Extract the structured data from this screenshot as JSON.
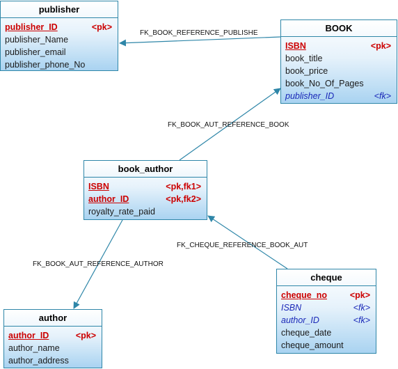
{
  "entities": {
    "publisher": {
      "name": "publisher",
      "attributes": [
        {
          "name": "publisher_ID",
          "key": "<pk>",
          "kind": "pk"
        },
        {
          "name": "publisher_Name",
          "key": "",
          "kind": "plain"
        },
        {
          "name": "publisher_email",
          "key": "",
          "kind": "plain"
        },
        {
          "name": "publisher_phone_No",
          "key": "",
          "kind": "plain"
        }
      ]
    },
    "book": {
      "name": "BOOK",
      "attributes": [
        {
          "name": "ISBN",
          "key": "<pk>",
          "kind": "pk"
        },
        {
          "name": "book_title",
          "key": "",
          "kind": "plain"
        },
        {
          "name": "book_price",
          "key": "",
          "kind": "plain"
        },
        {
          "name": "book_No_Of_Pages",
          "key": "",
          "kind": "plain"
        },
        {
          "name": "publisher_ID",
          "key": "<fk>",
          "kind": "fk"
        }
      ]
    },
    "book_author": {
      "name": "book_author",
      "attributes": [
        {
          "name": "ISBN",
          "key": "<pk,fk1>",
          "kind": "pk"
        },
        {
          "name": "author_ID",
          "key": "<pk,fk2>",
          "kind": "pk"
        },
        {
          "name": "royalty_rate_paid",
          "key": "",
          "kind": "plain"
        }
      ]
    },
    "author": {
      "name": "author",
      "attributes": [
        {
          "name": "author_ID",
          "key": "<pk>",
          "kind": "pk"
        },
        {
          "name": "author_name",
          "key": "",
          "kind": "plain"
        },
        {
          "name": "author_address",
          "key": "",
          "kind": "plain"
        }
      ]
    },
    "cheque": {
      "name": "cheque",
      "attributes": [
        {
          "name": "cheque_no",
          "key": "<pk>",
          "kind": "pk"
        },
        {
          "name": "ISBN",
          "key": "<fk>",
          "kind": "fk"
        },
        {
          "name": "author_ID",
          "key": "<fk>",
          "kind": "fk"
        },
        {
          "name": "cheque_date",
          "key": "",
          "kind": "plain"
        },
        {
          "name": "cheque_amount",
          "key": "",
          "kind": "plain"
        }
      ]
    }
  },
  "relationships": {
    "book_publisher": {
      "label": "FK_BOOK_REFERENCE_PUBLISHE"
    },
    "bookauthor_book": {
      "label": "FK_BOOK_AUT_REFERENCE_BOOK"
    },
    "bookauthor_author": {
      "label": "FK_BOOK_AUT_REFERENCE_AUTHOR"
    },
    "cheque_bookauthor": {
      "label": "FK_CHEQUE_REFERENCE_BOOK_AUT"
    }
  },
  "colors": {
    "connector": "#2e86a8",
    "pk_text": "#cc0000",
    "fk_text": "#1a28b8"
  }
}
